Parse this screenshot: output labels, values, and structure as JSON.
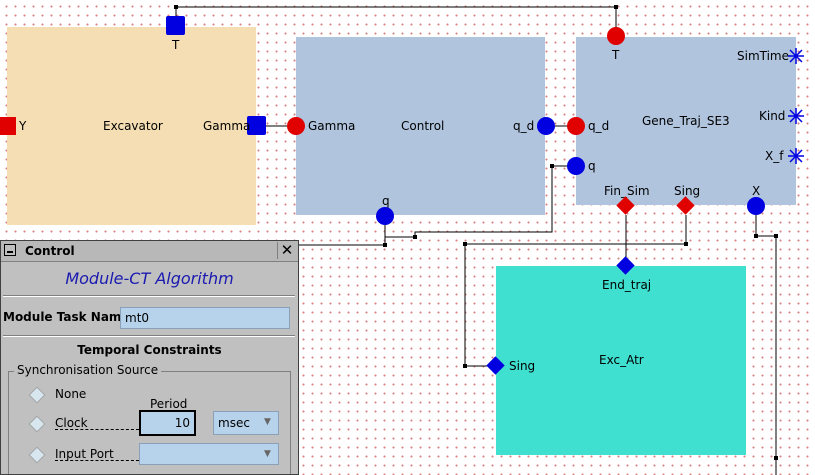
{
  "canvas": {
    "blocks": {
      "excavator": {
        "label": "Excavator",
        "color": "#f5deb3"
      },
      "control": {
        "label": "Control",
        "color": "#b0c4de"
      },
      "gene_traj": {
        "label": "Gene_Traj_SE3",
        "color": "#b0c4de"
      },
      "exc_atr": {
        "label": "Exc_Atr",
        "color": "#40e0d0"
      }
    },
    "ports": {
      "exc_T": "T",
      "exc_Y": "Y",
      "exc_Gamma": "Gamma",
      "ctl_Gamma": "Gamma",
      "ctl_q_d": "q_d",
      "ctl_q": "q",
      "gen_T": "T",
      "gen_q_d": "q_d",
      "gen_q": "q",
      "gen_SimTime": "SimTime",
      "gen_Kind": "Kind",
      "gen_X_f": "X_f",
      "gen_Fin_Sim": "Fin_Sim",
      "gen_Sing": "Sing",
      "gen_X": "X",
      "atr_End_traj": "End_traj",
      "atr_Sing": "Sing"
    },
    "colors": {
      "input_port": "#e00000",
      "output_port": "#0000e0",
      "event_port": "#e00000"
    }
  },
  "dialog": {
    "title": "Control",
    "close_glyph": "✕",
    "heading": "Module-CT Algorithm",
    "task_name_label": "Module Task Name",
    "task_name_value": "mt0",
    "temporal_heading": "Temporal Constraints",
    "sync_group_title": "Synchronisation Source",
    "option_none": "None",
    "option_clock": "Clock",
    "option_input_port": "Input Port",
    "period_label": "Period",
    "period_value": "10",
    "period_unit": "msec",
    "input_port_value": ""
  }
}
